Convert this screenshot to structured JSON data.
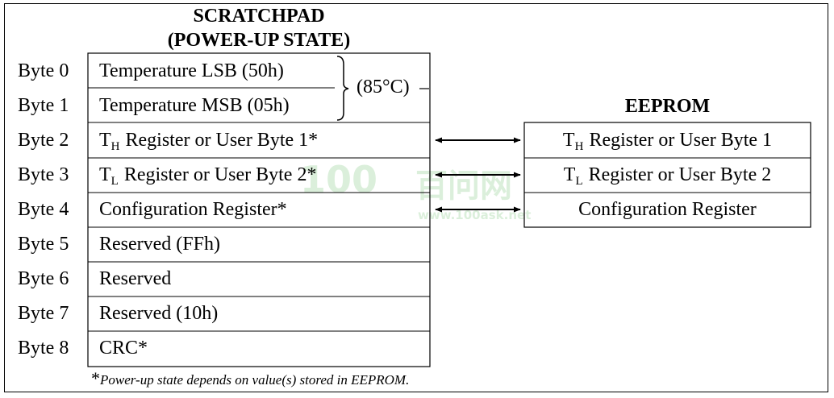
{
  "scratchpad": {
    "title_line1": "SCRATCHPAD",
    "title_line2": "(POWER-UP STATE)",
    "bytes": [
      {
        "label": "Byte 0",
        "sym": "",
        "sub": "",
        "text": "Temperature LSB (50h)"
      },
      {
        "label": "Byte 1",
        "sym": "",
        "sub": "",
        "text": "Temperature MSB (05h)"
      },
      {
        "label": "Byte 2",
        "sym": "T",
        "sub": "H",
        "text": " Register or User Byte 1*"
      },
      {
        "label": "Byte 3",
        "sym": "T",
        "sub": "L",
        "text": " Register or User Byte 2*"
      },
      {
        "label": "Byte 4",
        "sym": "",
        "sub": "",
        "text": "Configuration Register*"
      },
      {
        "label": "Byte 5",
        "sym": "",
        "sub": "",
        "text": "Reserved (FFh)"
      },
      {
        "label": "Byte 6",
        "sym": "",
        "sub": "",
        "text": "Reserved"
      },
      {
        "label": "Byte 7",
        "sym": "",
        "sub": "",
        "text": "Reserved (10h)"
      },
      {
        "label": "Byte 8",
        "sym": "",
        "sub": "",
        "text": "CRC*"
      }
    ],
    "temperature_brace_label": "(85°C)"
  },
  "eeprom": {
    "title": "EEPROM",
    "rows": [
      {
        "sym": "T",
        "sub": "H",
        "text": " Register or User Byte 1"
      },
      {
        "sym": "T",
        "sub": "L",
        "text": " Register or User Byte 2"
      },
      {
        "sym": "",
        "sub": "",
        "text": "Configuration Register"
      }
    ]
  },
  "footnote": {
    "star": "*",
    "text": "Power-up state depends on value(s) stored in EEPROM."
  },
  "watermark": {
    "logo_text": "100",
    "cn_text": "百问网",
    "url": "www.100ask.net"
  },
  "colors": {
    "line": "#000000",
    "watermark": "#d8eed8"
  }
}
